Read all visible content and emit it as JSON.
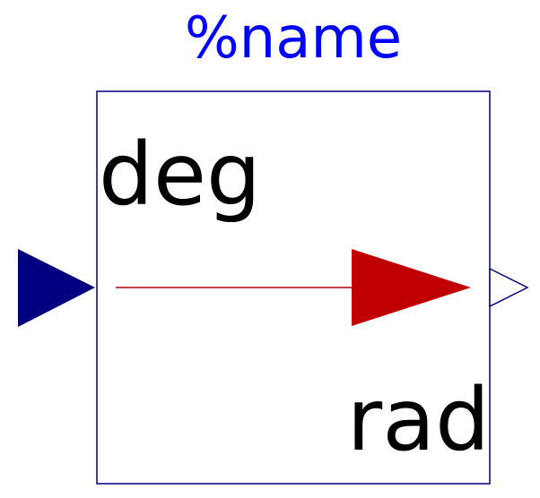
{
  "block": {
    "name_label": "%name",
    "input_label": "deg",
    "output_label": "rad"
  },
  "colors": {
    "name_text": "#0000ff",
    "block_border": "#000080",
    "input_port": "#000080",
    "conversion_line": "#b00000",
    "conversion_arrow": "#c00000",
    "output_port_stroke": "#000080",
    "output_port_fill": "#ffffff",
    "label_text": "#000000"
  },
  "icons": {
    "input_port": "filled-triangle-right-icon",
    "conversion_arrow": "filled-triangle-right-icon",
    "output_port": "hollow-triangle-right-icon"
  }
}
